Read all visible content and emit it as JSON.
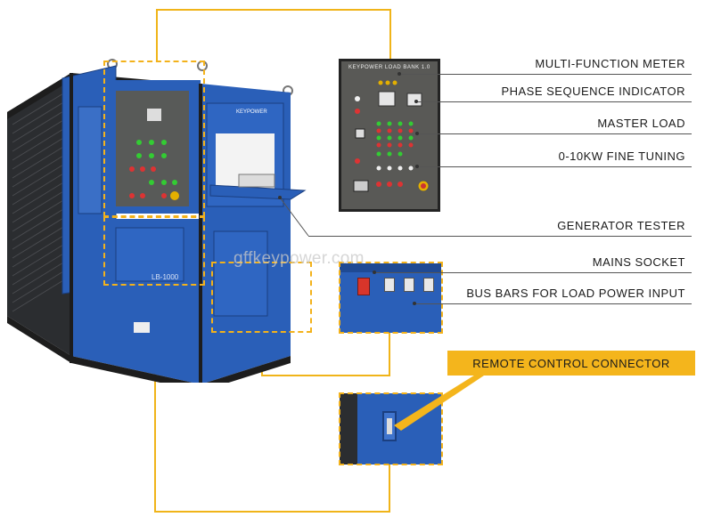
{
  "watermark": "gffkeypower.com",
  "callouts": {
    "multi_function_meter": "MULTI-FUNCTION METER",
    "phase_sequence_indicator": "PHASE SEQUENCE INDICATOR",
    "master_load": "MASTER  LOAD",
    "fine_tuning": "0-10KW FINE TUNING",
    "generator_tester": "GENERATOR TESTER",
    "mains_socket": "MAINS SOCKET",
    "bus_bars": "BUS BARS FOR LOAD POWER INPUT",
    "remote_control_connector": "REMOTE CONTROL CONNECTOR"
  },
  "panel_header": "KEYPOWER LOAD BANK 1.0",
  "cabinet_brand": "KEYPOWER",
  "cabinet_model": "LB-1000",
  "colors": {
    "accent_yellow": "#f4b51c",
    "cabinet_blue": "#2a5fb8",
    "panel_grey": "#5a5a58"
  }
}
